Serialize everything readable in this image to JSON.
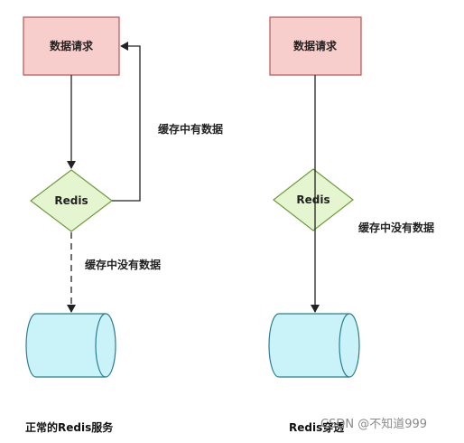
{
  "left": {
    "request_label": "数据请求",
    "redis_label": "Redis",
    "hit_label": "缓存中有数据",
    "miss_label": "缓存中没有数据",
    "caption": "正常的Redis服务"
  },
  "right": {
    "request_label": "数据请求",
    "redis_label": "Redis",
    "miss_label": "缓存中没有数据",
    "caption": "Redis穿透"
  },
  "watermark": "CSDN @不知道999",
  "colors": {
    "request_fill": "#f8cecc",
    "request_stroke": "#b85450",
    "redis_fill": "#e5f5cf",
    "redis_stroke": "#6f9a3e",
    "db_fill": "#c9f3f8",
    "db_stroke": "#2b7d8e",
    "arrow": "#222222"
  }
}
